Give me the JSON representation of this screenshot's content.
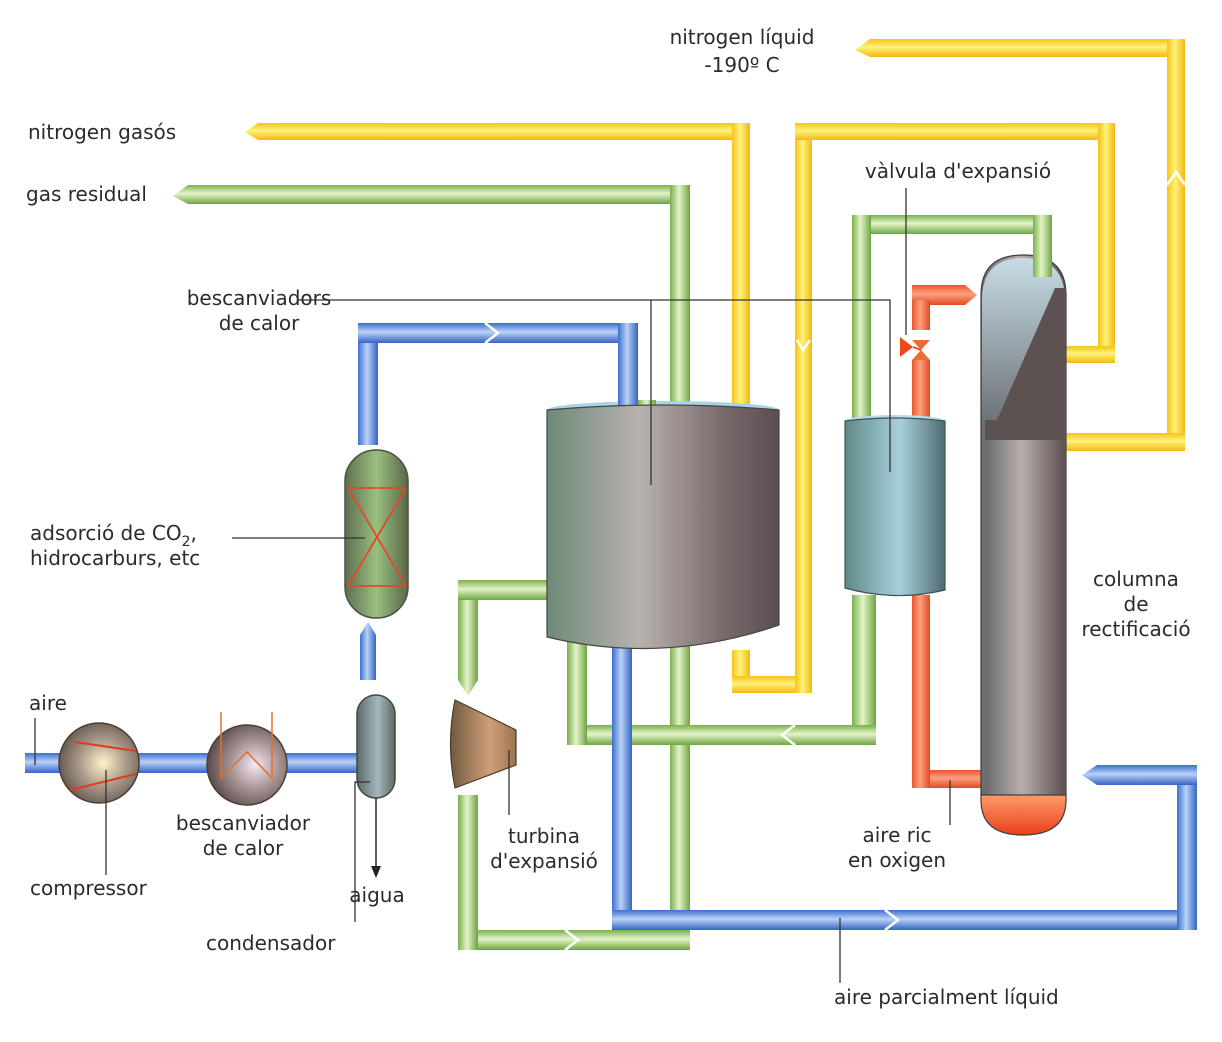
{
  "title": "Procés de liqüefacció de l'aire (obtenció de nitrogen)",
  "colors": {
    "air_pipe": "#4a7fd8",
    "nitrogen_pipe": "#f7d21e",
    "residual_pipe": "#8cc063",
    "oxygen_pipe": "#f06a35",
    "equipment": "#7a7470",
    "background": "#ffffff"
  },
  "labels": {
    "nitrogen_liquid_line1": "nitrogen líquid",
    "nitrogen_liquid_line2": "-190º C",
    "nitrogen_gas": "nitrogen gasós",
    "residual_gas": "gas residual",
    "heat_exchangers_line1": "bescanviadors",
    "heat_exchangers_line2": "de calor",
    "expansion_valve": "vàlvula d'expansió",
    "adsorption_line1": "adsorció de CO",
    "adsorption_sub": "2",
    "adsorption_line1_end": ",",
    "adsorption_line2": "hidrocarburs, etc",
    "column_line1": "columna",
    "column_line2": "de",
    "column_line3": "rectificació",
    "air": "aire",
    "compressor": "compressor",
    "heat_exchanger_line1": "bescanviador",
    "heat_exchanger_line2": "de calor",
    "water": "aigua",
    "condenser": "condensador",
    "turbine_line1": "turbina",
    "turbine_line2": "d'expansió",
    "oxygen_rich_line1": "aire ric",
    "oxygen_rich_line2": "en oxigen",
    "partially_liquid_air": "aire parcialment líquid"
  }
}
